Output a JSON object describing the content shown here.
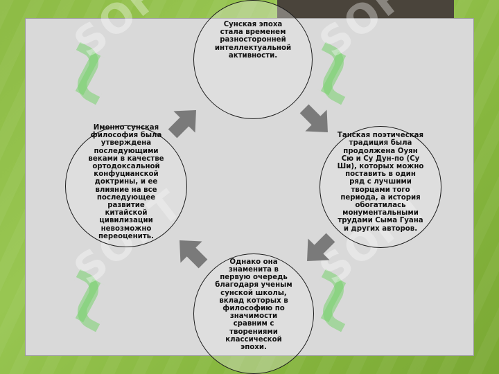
{
  "diagram": {
    "nodes": [
      {
        "id": "top",
        "text": "Сунская эпоха стала временем разносторонней интеллектуальной активности."
      },
      {
        "id": "right",
        "text": "Танская поэтическая традиция была продолжена Оуян Сю и Су Дун-по (Су Ши), которых можно поставить в один ряд с лучшими творцами того периода, а история обогатилась монументальными трудами Сыма Гуана и других авторов."
      },
      {
        "id": "bottom",
        "text": "Однако она знаменита в первую очередь благодаря ученым сунской школы, вклад которых в философию по значимости сравним с творениями классической эпохи."
      },
      {
        "id": "left",
        "text": "Именно сунская философия была утверждена последующими веками в качестве ортодоксальной конфуцианской доктрины, и ее влияние на все последующее развитие китайской цивилизации невозможно переоценить."
      }
    ],
    "flow": [
      "top",
      "right",
      "bottom",
      "left"
    ]
  },
  "watermark": {
    "text": "SOFT"
  },
  "colors": {
    "background": "#8dbb45",
    "panel": "#d9d9d9",
    "dark_block": "#4a443b",
    "arrow": "#7a7a7a"
  }
}
